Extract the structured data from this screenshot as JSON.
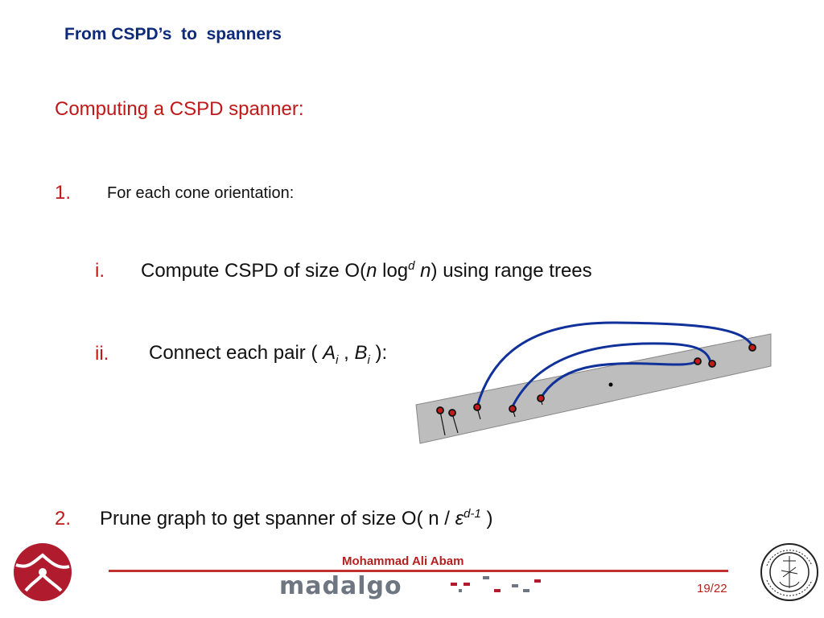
{
  "slide": {
    "title": "From CSPD’s  to  spanners",
    "heading": "Computing a CSPD spanner:",
    "step1": {
      "number": "1.",
      "text": "For each cone orientation:"
    },
    "substeps": [
      {
        "number": "i.",
        "pre": "Compute CSPD of size O(",
        "n1": "n",
        "log": " log",
        "sup": "d",
        "n2": "n",
        "post": ") using range trees"
      },
      {
        "number": "ii.",
        "pre": "Connect each pair  ( ",
        "a": "A",
        "a_sub": "i",
        "sep": " , ",
        "b": "B",
        "b_sub": "i",
        "post": " ):"
      }
    ],
    "step2": {
      "number": "2.",
      "pre": "Prune graph to get spanner of size O( n / ",
      "eps": "ε",
      "sup": "d-1",
      "post": " )"
    }
  },
  "footer": {
    "author": "Mohammad Ali Abam",
    "brand": "madalgo",
    "page": "19/22"
  },
  "colors": {
    "title": "#0d2b7a",
    "accent_red": "#c01818",
    "edge_blue": "#10309a",
    "cone_gray": "#bdbdbd"
  }
}
